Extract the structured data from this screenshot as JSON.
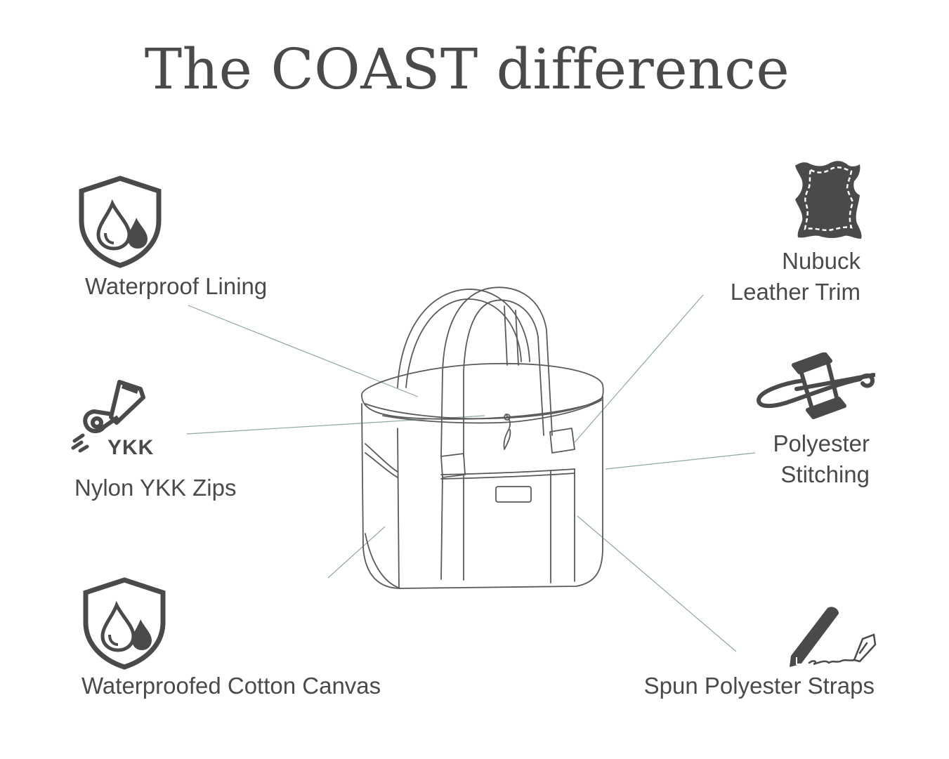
{
  "title": "The COAST difference",
  "features": [
    {
      "id": "lining",
      "lines": [
        "Waterproof Lining"
      ],
      "icon": "shield-water-drops-icon"
    },
    {
      "id": "zips",
      "lines": [
        "Nylon YKK Zips"
      ],
      "icon": "zipper-pull-icon",
      "icon_text": "YKK"
    },
    {
      "id": "canvas",
      "lines": [
        "Waterproofed Cotton Canvas"
      ],
      "icon": "shield-water-drops-icon"
    },
    {
      "id": "leather",
      "lines": [
        "Nubuck",
        "Leather Trim"
      ],
      "icon": "leather-hide-icon"
    },
    {
      "id": "stitching",
      "lines": [
        "Polyester",
        "Stitching"
      ],
      "icon": "needle-thread-spool-icon"
    },
    {
      "id": "straps",
      "lines": [
        "Spun Polyester Straps"
      ],
      "icon": "pen-signature-icon"
    }
  ],
  "colors": {
    "text": "#4a4a4a",
    "leader_line": "#8fa8a0",
    "bag_outline": "#5a5a5a"
  }
}
